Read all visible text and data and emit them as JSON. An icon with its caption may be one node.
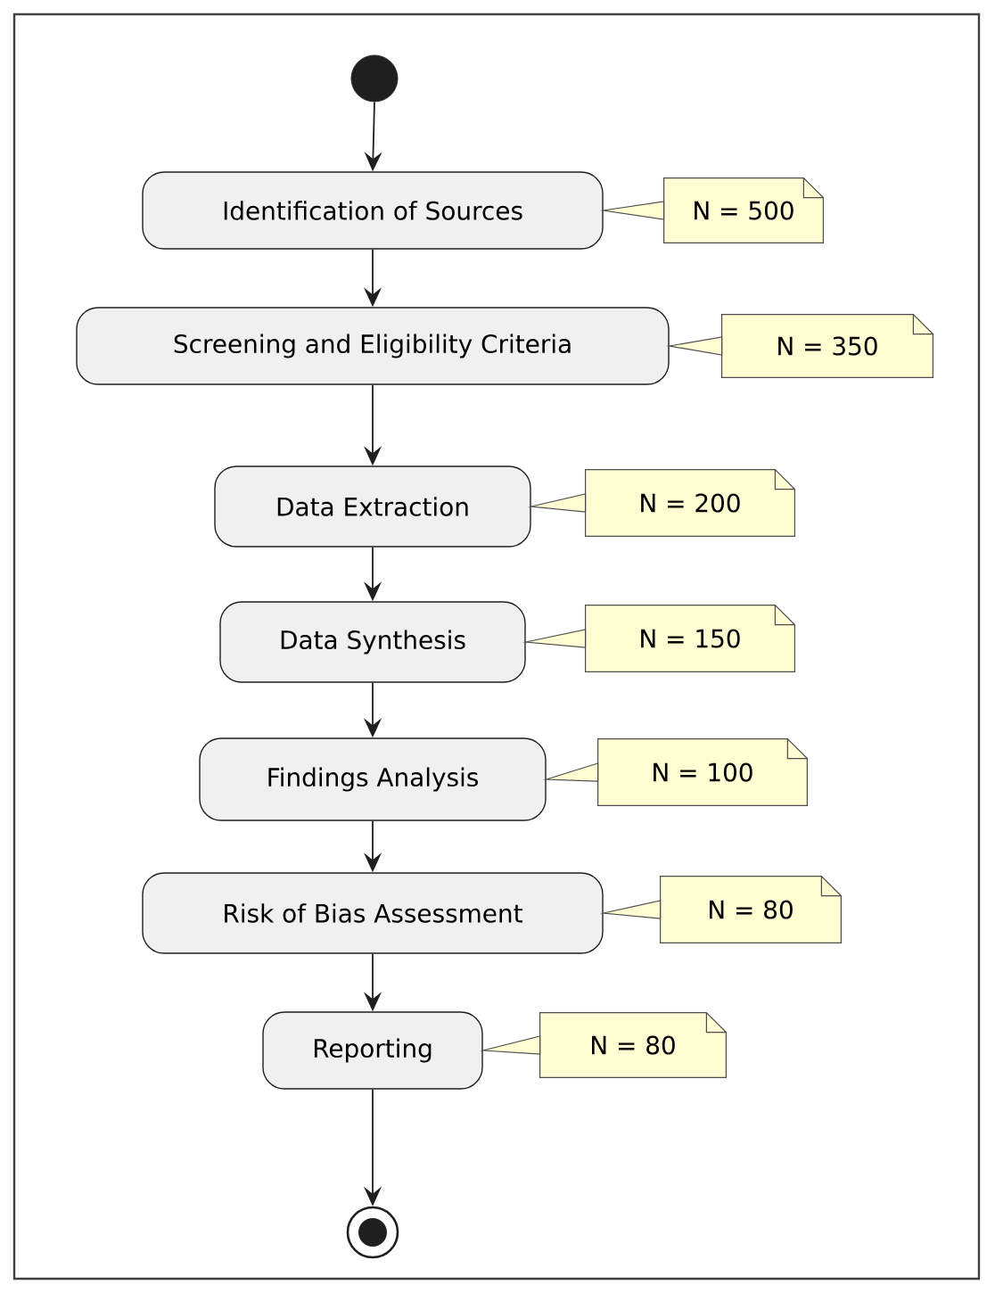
{
  "diagram": {
    "nodes": [
      {
        "text": [],
        "shape": "circle"
      },
      {
        "text": [
          "Identification of Sources"
        ]
      },
      {
        "text": [
          "N = 500"
        ]
      },
      {
        "text": [
          "Screening and Eligibility Criteria"
        ]
      },
      {
        "text": [
          "N = 350"
        ]
      },
      {
        "text": [
          "Data Extraction"
        ]
      },
      {
        "text": [
          "N = 200"
        ]
      },
      {
        "text": [
          "Data Synthesis"
        ]
      },
      {
        "text": [
          "N = 150"
        ]
      },
      {
        "text": [
          "Findings Analysis"
        ]
      },
      {
        "text": [
          "N = 100"
        ]
      },
      {
        "text": [
          "Risk of Bias Assessment"
        ]
      },
      {
        "text": [
          "N = 80"
        ]
      },
      {
        "text": [
          "Reporting"
        ]
      },
      {
        "text": [
          "N = 80"
        ]
      },
      {
        "text": [],
        "shape": "circle"
      }
    ],
    "edges": [
      {
        "from": 0,
        "to": 1,
        "arrow": "to"
      },
      {
        "from": 1,
        "to": 2,
        "arrow": "none"
      },
      {
        "from": 1,
        "to": 3,
        "arrow": "to"
      },
      {
        "from": 3,
        "to": 4,
        "arrow": "none"
      },
      {
        "from": 3,
        "to": 5,
        "arrow": "to"
      },
      {
        "from": 5,
        "to": 6,
        "arrow": "none"
      },
      {
        "from": 5,
        "to": 7,
        "arrow": "to"
      },
      {
        "from": 7,
        "to": 8,
        "arrow": "none"
      },
      {
        "from": 7,
        "to": 9,
        "arrow": "to"
      },
      {
        "from": 9,
        "to": 10,
        "arrow": "none"
      },
      {
        "from": 9,
        "to": 11,
        "arrow": "to"
      },
      {
        "from": 11,
        "to": 12,
        "arrow": "none"
      },
      {
        "from": 11,
        "to": 13,
        "arrow": "to"
      },
      {
        "from": 13,
        "to": 14,
        "arrow": "none"
      },
      {
        "from": 13,
        "to": 15,
        "arrow": "to"
      }
    ]
  }
}
